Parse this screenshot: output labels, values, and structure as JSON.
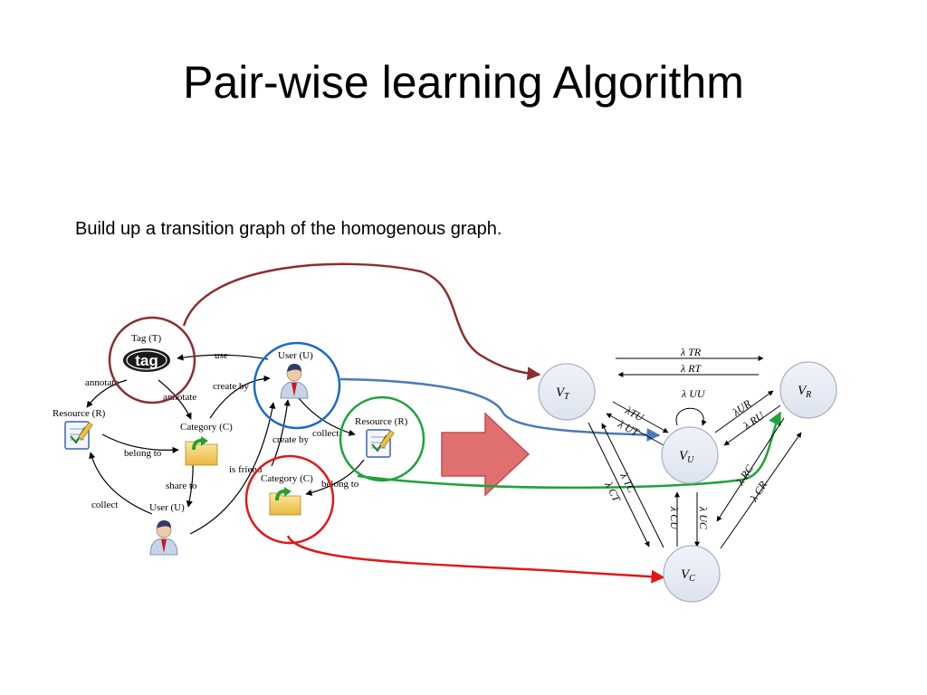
{
  "slide": {
    "title": "Pair-wise learning Algorithm",
    "subtitle": "Build up a transition graph of the homogenous graph."
  },
  "left_graph": {
    "nodes": {
      "tag": "Tag (T)",
      "tag_logo": "tag",
      "user_top": "User (U)",
      "resource_left": "Resource (R)",
      "category_mid": "Category (C)",
      "resource_right": "Resource (R)",
      "category_low": "Category (C)",
      "user_bottom": "User (U)"
    },
    "edges": {
      "use": "use",
      "annotate_left": "annotate",
      "annotate_mid": "annotate",
      "create_by_top": "create by",
      "create_by_mid": "create by",
      "belong_to_left": "belong to",
      "belong_to_right": "belong to",
      "collect_right": "collect",
      "collect_left": "collect",
      "share_to": "share to",
      "is_friend": "is friend"
    }
  },
  "right_graph": {
    "nodes": {
      "VT": "V",
      "VT_sub": "T",
      "VR": "V",
      "VR_sub": "R",
      "VU": "V",
      "VU_sub": "U",
      "VC": "V",
      "VC_sub": "C"
    },
    "lambdas": {
      "TR": "λ TR",
      "RT": "λ RT",
      "UU": "λ UU",
      "TU": "λTU",
      "UT": "λ UT",
      "UR": "λUR",
      "RU": "λ RU",
      "TC": "λ TC",
      "CT": "λ CT",
      "CU": "λ CU",
      "UC": "λ UC",
      "RC": "λ RC",
      "CR": "λ CR"
    }
  },
  "colors": {
    "tag_link": "#8b2e2e",
    "user_link": "#4a7ab8",
    "resource_link": "#1fa23a",
    "category_link": "#e01818",
    "big_arrow_fill": "#e07070",
    "big_arrow_stroke": "#c84a4a",
    "node_fill": "#e6ebf5",
    "node_stroke": "#a8b0bf"
  }
}
